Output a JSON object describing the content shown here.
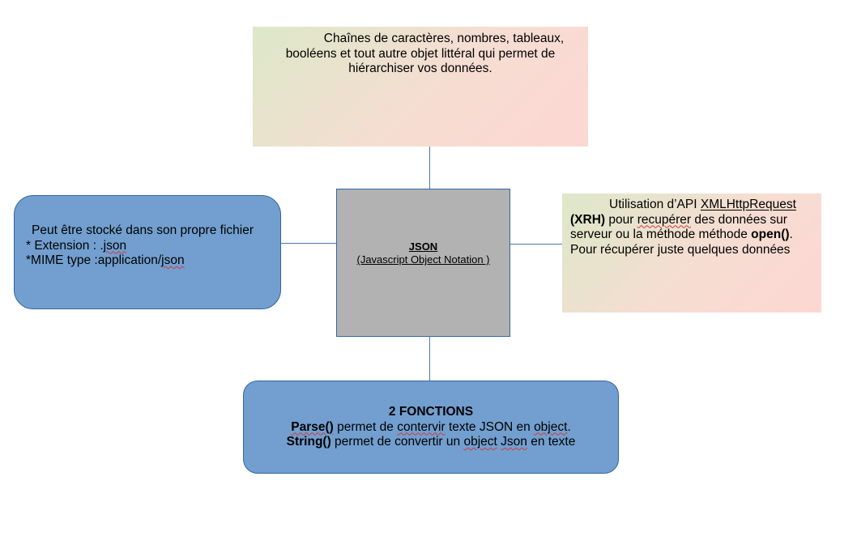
{
  "top_box": {
    "line1": "Chaînes de caractères, nombres, tableaux,",
    "line2": "booléens et tout autre objet littéral qui permet de",
    "line3": "hiérarchiser vos données."
  },
  "left_box": {
    "line1": "Peut être stocké dans son propre fichier",
    "line2_prefix": "* Extension : .",
    "line2_word": "json",
    "line3_prefix": "*MIME type :application/",
    "line3_word": "json"
  },
  "center_box": {
    "title": "JSON",
    "subtitle": "(Javascript Object Notation )"
  },
  "right_box": {
    "line1_prefix": "Utilisation d’API ",
    "line1_api": "XMLHttpRequest",
    "line2_bold": "(XRH)",
    "line2_pre": " pour ",
    "line2_word": "recupérer",
    "line2_rest": " des données sur",
    "line3_pre": "serveur ou la méthode méthode ",
    "line3_bold": "open()",
    "line3_end": ".",
    "line4": "Pour récupérer juste quelques données"
  },
  "bottom_box": {
    "heading": "2 FONCTIONS",
    "line1_bold": "Parse()",
    "line1_pre": " permet de ",
    "line1_word1": "contervir",
    "line1_mid": " texte JSON en ",
    "line1_word2": "object",
    "line1_end": ".",
    "line2_bold": "String()",
    "line2_pre": " permet de convertir un ",
    "line2_word1": "object",
    "line2_mid": " ",
    "line2_word2": "Json",
    "line2_end": " en texte"
  },
  "colors": {
    "blue_box": "#729fcf",
    "blue_border": "#3465a4",
    "center_box": "#b2b2b2",
    "connector": "#4a7ab0",
    "gradient_start": "#dce8c8",
    "gradient_end": "#fdd7d2",
    "spellcheck": "#d13b3b"
  }
}
